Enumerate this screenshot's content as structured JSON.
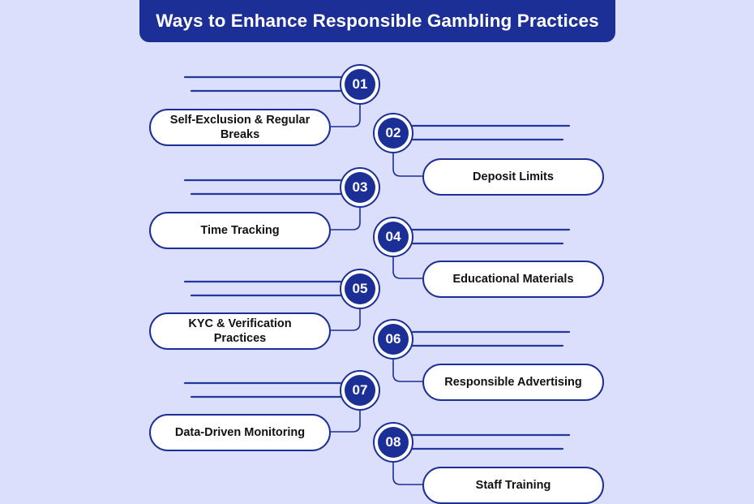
{
  "title": "Ways to Enhance Responsible Gambling Practices",
  "colors": {
    "background": "#dcdffb",
    "accent": "#1b2f96",
    "pill_fill": "#ffffff"
  },
  "steps": [
    {
      "number": "01",
      "label": "Self-Exclusion & Regular Breaks"
    },
    {
      "number": "02",
      "label": "Deposit Limits"
    },
    {
      "number": "03",
      "label": "Time Tracking"
    },
    {
      "number": "04",
      "label": "Educational Materials"
    },
    {
      "number": "05",
      "label": "KYC & Verification Practices"
    },
    {
      "number": "06",
      "label": "Responsible Advertising"
    },
    {
      "number": "07",
      "label": "Data-Driven Monitoring"
    },
    {
      "number": "08",
      "label": "Staff Training"
    }
  ]
}
